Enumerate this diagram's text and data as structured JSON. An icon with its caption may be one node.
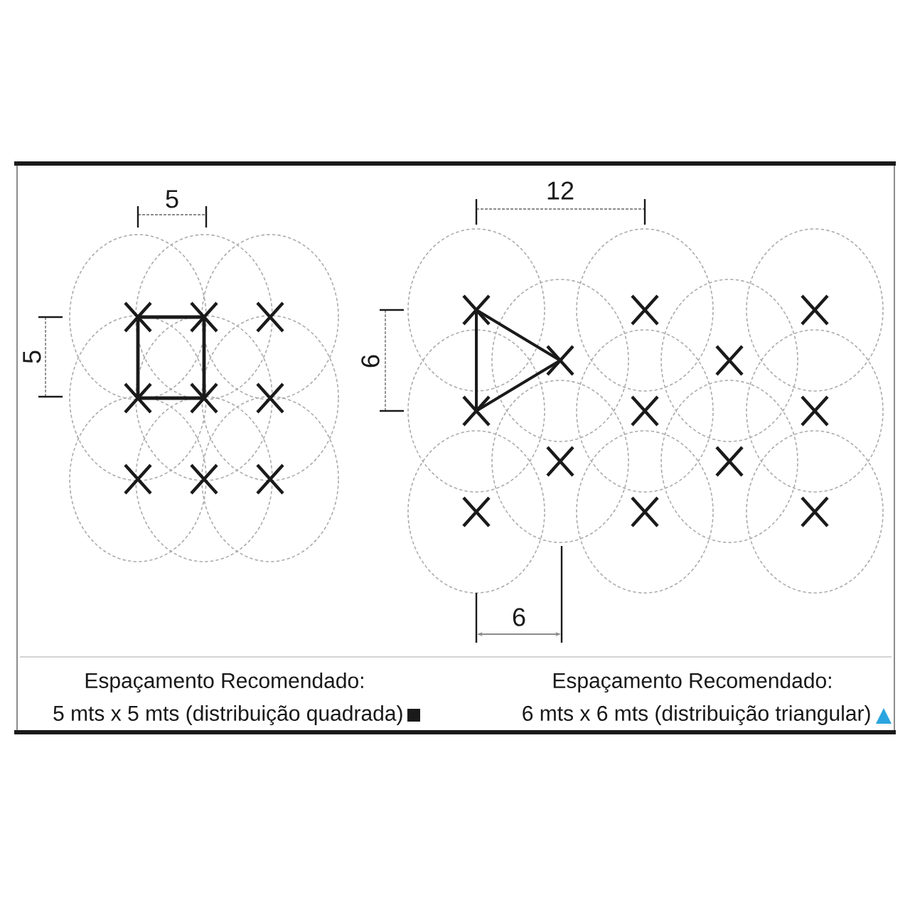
{
  "diagram": {
    "labels": [
      "5",
      "5",
      "12",
      "6",
      "6",
      "Espaçamento Recomendado:",
      "5 mts x 5 mts (distribuição quadrada)",
      "Espaçamento Recomendado:",
      "6 mts x 6 mts (distribuição triangular)"
    ]
  }
}
